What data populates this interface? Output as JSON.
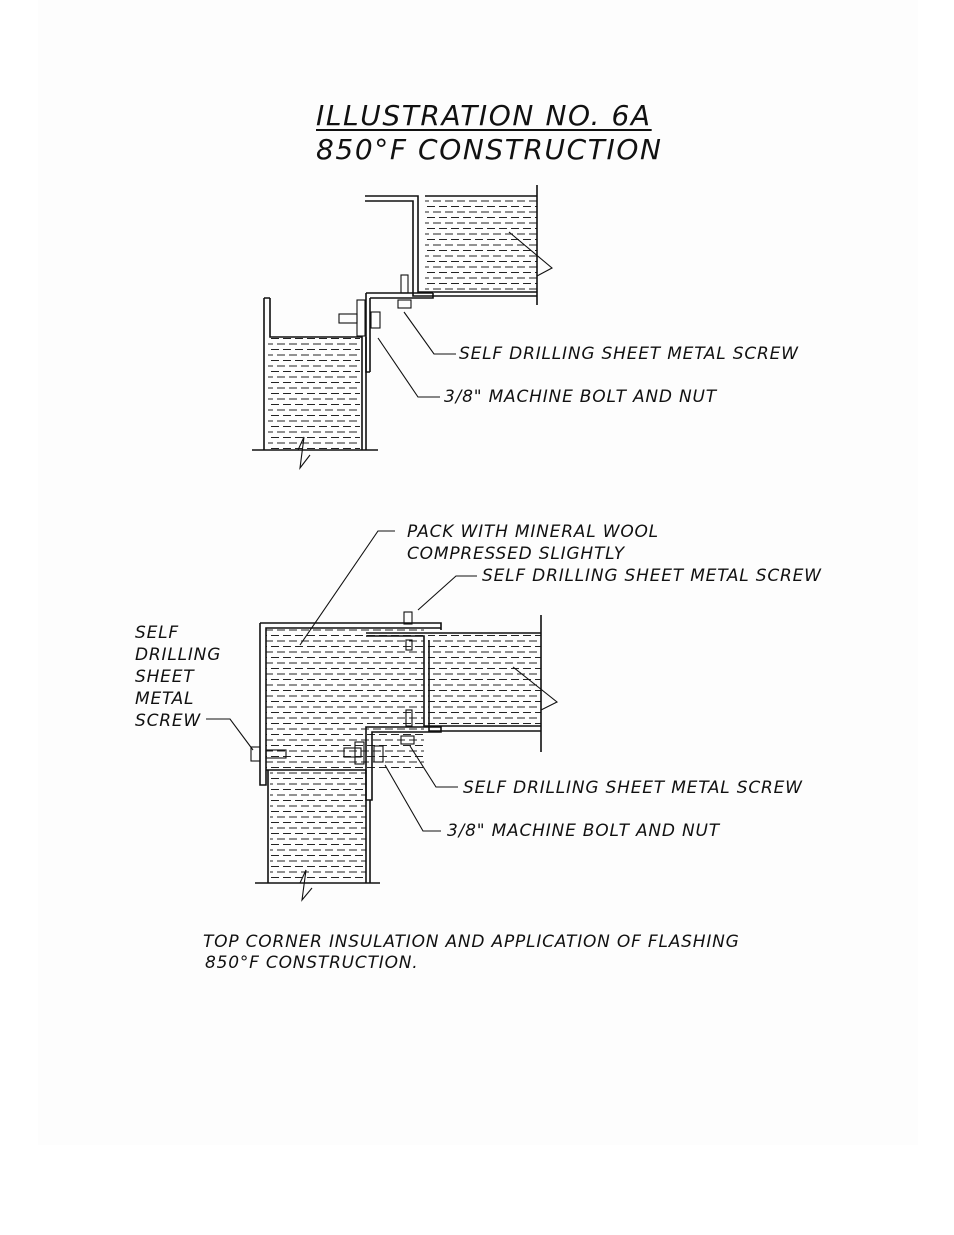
{
  "title": {
    "line1": "ILLUSTRATION NO. 6A",
    "line2": "850°F CONSTRUCTION"
  },
  "upper_detail": {
    "screw_label": "SELF DRILLING SHEET METAL SCREW",
    "bolt_label": "3/8\" MACHINE BOLT AND NUT"
  },
  "lower_detail": {
    "pack_label_line1": "PACK WITH MINERAL WOOL",
    "pack_label_line2": "COMPRESSED SLIGHTLY",
    "top_screw_label": "SELF DRILLING SHEET METAL SCREW",
    "left_screw_lines": [
      "SELF",
      "DRILLING",
      "SHEET",
      "METAL",
      "SCREW"
    ],
    "right_screw_label": "SELF DRILLING SHEET METAL SCREW",
    "bolt_label": "3/8\" MACHINE BOLT AND NUT"
  },
  "caption": {
    "line1": "TOP CORNER INSULATION AND APPLICATION OF FLASHING",
    "line2": "850°F CONSTRUCTION."
  }
}
